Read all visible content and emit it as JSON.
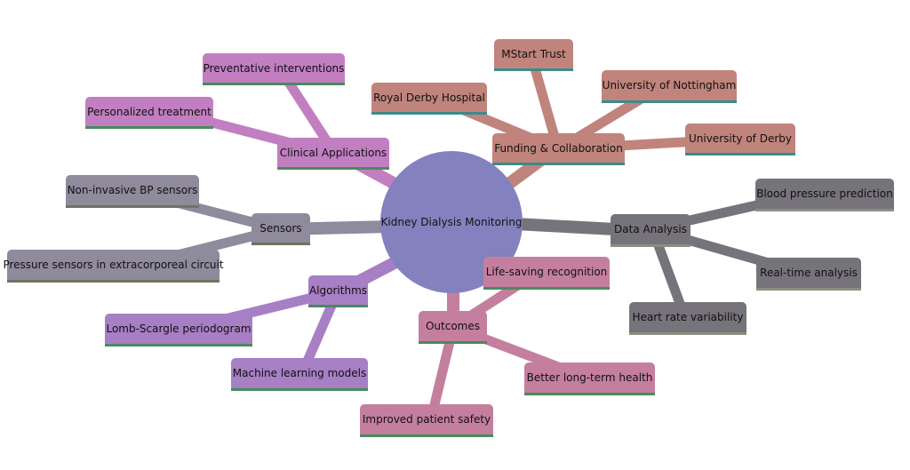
{
  "center": {
    "label": "Kidney Dialysis Monitoring"
  },
  "branches": {
    "clinical": {
      "label": "Clinical Applications",
      "children": [
        "Preventative interventions",
        "Personalized treatment"
      ]
    },
    "funding": {
      "label": "Funding & Collaboration",
      "children": [
        "MStart Trust",
        "Royal Derby Hospital",
        "University of Nottingham",
        "University of Derby"
      ]
    },
    "sensors": {
      "label": "Sensors",
      "children": [
        "Non-invasive BP sensors",
        "Pressure sensors in extracorporeal circuit"
      ]
    },
    "data": {
      "label": "Data Analysis",
      "children": [
        "Blood pressure prediction",
        "Real-time analysis",
        "Heart rate variability"
      ]
    },
    "algorithms": {
      "label": "Algorithms",
      "children": [
        "Lomb-Scargle periodogram",
        "Machine learning models"
      ]
    },
    "outcomes": {
      "label": "Outcomes",
      "children": [
        "Life-saving recognition",
        "Better long-term health",
        "Improved patient safety"
      ]
    }
  },
  "colors": {
    "center": "#8481bf",
    "clinical": "#c17fc1",
    "funding": "#c0847c",
    "sensors": "#8f8a9c",
    "data": "#76737a",
    "algorithms": "#a77fc4",
    "outcomes": "#c47f9e"
  }
}
